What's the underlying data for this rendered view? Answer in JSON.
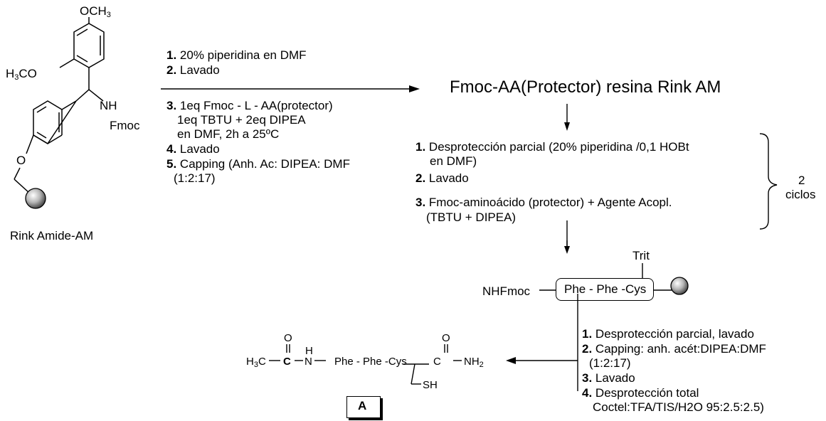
{
  "resin": {
    "och3_top": "OCH",
    "och3_top_sub": "3",
    "h3co_h": "H",
    "h3co_sub": "3",
    "h3co_rest": "CO",
    "nh": "NH",
    "fmoc": "Fmoc",
    "o_atom": "O",
    "name": "Rink Amide-AM"
  },
  "step1": {
    "lines": [
      {
        "num": "1.",
        "text": " 20% piperidina en DMF"
      },
      {
        "num": "2.",
        "text": " Lavado"
      },
      {
        "num": "3.",
        "text": " 1eq Fmoc - L - AA(protector)"
      },
      {
        "num": "",
        "text": "1eq TBTU + 2eq DIPEA"
      },
      {
        "num": "",
        "text": "en DMF, 2h a 25ºC"
      },
      {
        "num": "4.",
        "text": " Lavado"
      },
      {
        "num": "5.",
        "text": " Capping (Anh. Ac: DIPEA: DMF"
      },
      {
        "num": "",
        "text": "(1:2:17)"
      }
    ]
  },
  "product1": "Fmoc-AA(Protector) resina Rink AM",
  "cycle": {
    "l1a_num": "1.",
    "l1a_text": " Desprotección parcial (20% piperidina /0,1 HOBt",
    "l1b": "en DMF)",
    "l2_num": "2.",
    "l2_text": " Lavado",
    "l3a_num": "3.",
    "l3a_text": " Fmoc-aminoácido (protector) + Agente Acopl.",
    "l3b": "(TBTU + DIPEA)",
    "count": "2",
    "count_label": "ciclos"
  },
  "peptide_resin": {
    "trit": "Trit",
    "nhfmoc": "NHFmoc",
    "sequence": "Phe - Phe -Cys"
  },
  "final_steps": [
    {
      "num": "1.",
      "text": " Desprotección parcial, lavado"
    },
    {
      "num": "2.",
      "text": " Capping: anh. acét:DIPEA:DMF"
    },
    {
      "num": "",
      "text": "(1:2:17)"
    },
    {
      "num": "3.",
      "text": " Lavado"
    },
    {
      "num": "4.",
      "text": " Desprotección total"
    },
    {
      "num": "",
      "text": "Coctel:TFA/TIS/H2O 95:2.5:2.5)"
    }
  ],
  "product_A": {
    "h3c_h": "H",
    "h3c_sub": "3",
    "h3c_c": "C",
    "carbonyl_c": "C",
    "o1": "O",
    "h": "H",
    "n": "N",
    "sequence": "Phe - Phe -Cys",
    "o2": "O",
    "c2": "C",
    "nh2": "NH",
    "nh2_sub": "2",
    "sh": "SH",
    "label": "A"
  }
}
